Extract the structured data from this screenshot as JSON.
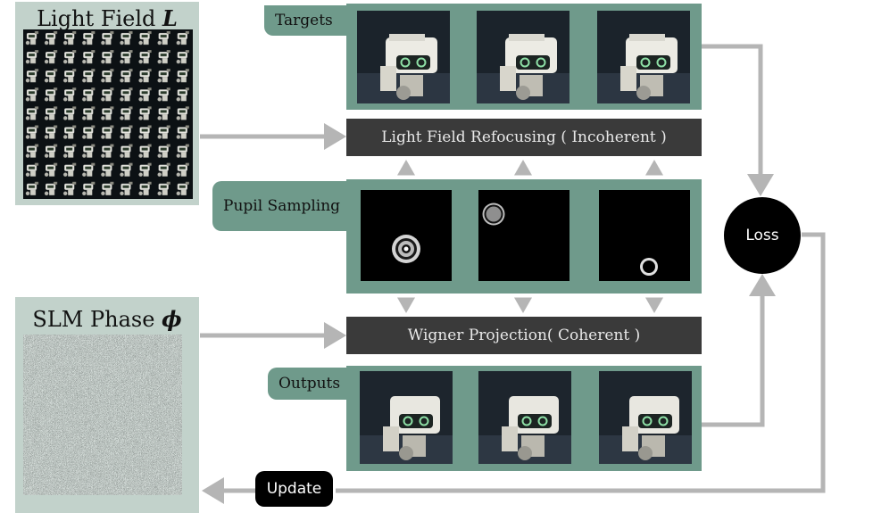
{
  "light_field": {
    "title": "Light Field ",
    "symbol": "L"
  },
  "slm_phase": {
    "title": "SLM Phase ",
    "symbol": "ϕ"
  },
  "targets": {
    "label": "Targets"
  },
  "pupil_sampling": {
    "label": "Pupil Sampling"
  },
  "outputs": {
    "label": "Outputs"
  },
  "refocusing": {
    "label": "Light Field Refocusing ( Incoherent )"
  },
  "wigner": {
    "label": "Wigner Projection( Coherent )"
  },
  "loss": {
    "label": "Loss"
  },
  "update": {
    "label": "Update"
  }
}
